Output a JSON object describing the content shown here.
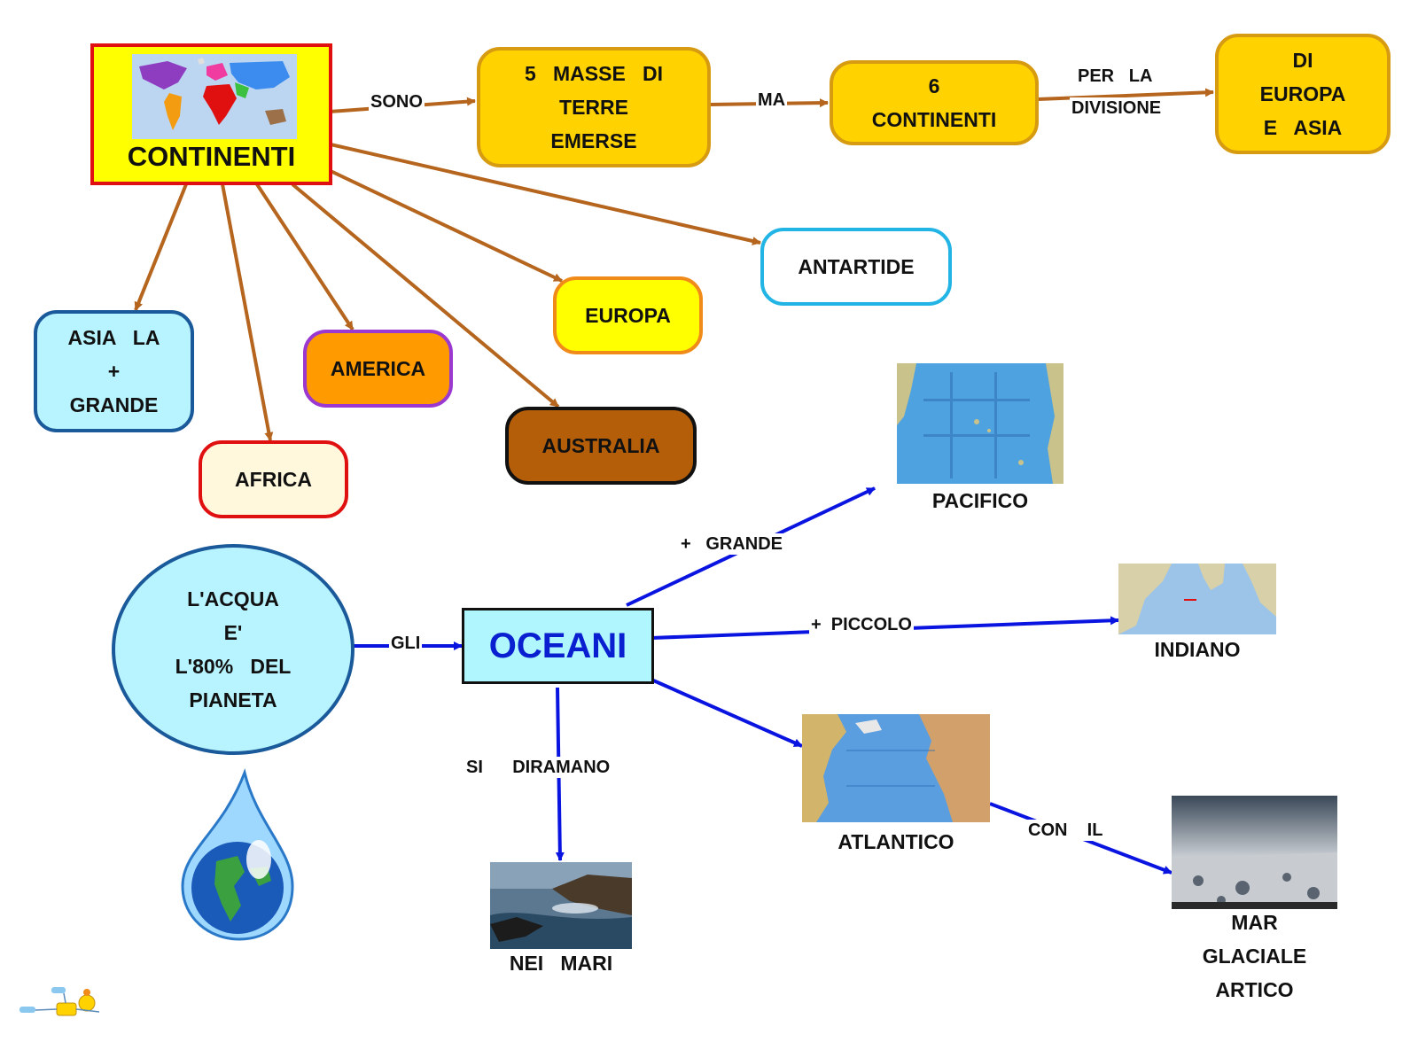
{
  "colors": {
    "brown_link": "#b5651d",
    "blue_link": "#0a14e0",
    "continent_fill": "#ffff00",
    "continent_border": "#e01010",
    "gold": "#ffd200",
    "gold_border": "#d79b12",
    "oceani_fill": "#aff6ff",
    "oceani_text": "#0a20d0"
  },
  "continenti": {
    "title": "CONTINENTI",
    "image": "world-map-icon"
  },
  "masse": {
    "lines": [
      "5   MASSE   DI",
      "TERRE",
      "EMERSE"
    ]
  },
  "sei": {
    "lines": [
      "6",
      "CONTINENTI"
    ]
  },
  "europa_asia": {
    "lines": [
      "DI",
      "EUROPA",
      "E   ASIA"
    ]
  },
  "antartide": {
    "label": "ANTARTIDE"
  },
  "europa": {
    "label": "EUROPA"
  },
  "asia": {
    "lines": [
      "ASIA   LA",
      "+",
      "GRANDE"
    ]
  },
  "america": {
    "label": "AMERICA"
  },
  "australia": {
    "label": "AUSTRALIA"
  },
  "africa": {
    "label": "AFRICA"
  },
  "acqua": {
    "lines": [
      "L'ACQUA",
      "E'",
      "L'80%   DEL",
      "PIANETA"
    ]
  },
  "oceani": {
    "label": "OCEANI"
  },
  "pacifico": {
    "caption": "PACIFICO",
    "image": "pacific-ocean-map"
  },
  "indiano": {
    "caption": "INDIANO",
    "image": "indian-ocean-map"
  },
  "atlantico": {
    "caption": "ATLANTICO",
    "image": "atlantic-ocean-map"
  },
  "mari": {
    "caption": "NEI   MARI",
    "image": "sea-coast-photo"
  },
  "glaciale": {
    "lines": [
      "MAR",
      "GLACIALE",
      "ARTICO"
    ],
    "image": "arctic-ice-photo"
  },
  "earth_drop": {
    "image": "earth-water-drop-icon"
  },
  "links": {
    "sono": "SONO",
    "ma": "MA",
    "per_la": "PER   LA",
    "divisione": "DIVISIONE",
    "gli": "GLI",
    "grande": "+   GRANDE",
    "piccolo": "+  PICCOLO",
    "diramano": "SI      DIRAMANO",
    "con_il": "CON    IL"
  }
}
